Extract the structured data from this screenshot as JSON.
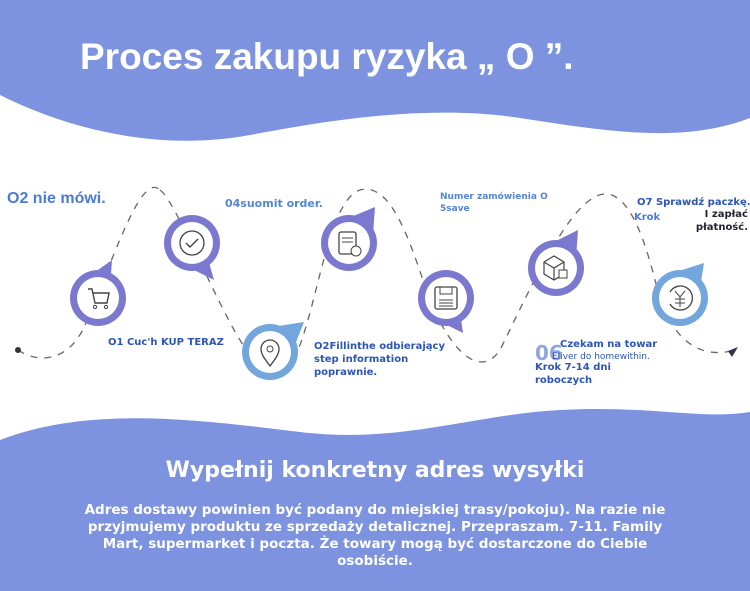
{
  "title": "Proces zakupu ryzyka „ O ”.",
  "colors": {
    "band": "#7d93df",
    "pin_purple": "#7b78cf",
    "pin_blue": "#72a6dc",
    "text_blue": "#2c55b8"
  },
  "steps": [
    {
      "icon": "cart-icon",
      "label": "O1 Cuc'h KUP TERAZ"
    },
    {
      "icon": "check-icon",
      "label": "O2 nie mówi."
    },
    {
      "icon": "location-icon",
      "label_lines": [
        "O2Fillinthe odbierający",
        "step information",
        "poprawnie."
      ]
    },
    {
      "icon": "document-icon",
      "label": "04suomit order."
    },
    {
      "icon": "save-icon",
      "label_lines": [
        "Numer zamówienia O",
        "5save"
      ]
    },
    {
      "icon": "box-icon",
      "number": "06",
      "label_lines": [
        "Czekam na towar",
        "Eliver do homewithin.",
        "Krok 7-14 dni",
        "roboczych"
      ]
    },
    {
      "icon": "yen-refresh-icon",
      "label_lines": [
        "O7 Sprawdź paczkę.",
        "Krok",
        "I zapłać",
        "płatność."
      ]
    }
  ],
  "footer": {
    "subtitle": "Wypełnij konkretny adres wysyłki",
    "description": "Adres dostawy powinien być podany do miejskiej trasy/pokoju). Na razie nie przyjmujemy produktu ze sprzedaży detalicznej. Przepraszam. 7-11. Family Mart, supermarket i poczta. Że towary mogą być dostarczone do Ciebie osobiście."
  }
}
